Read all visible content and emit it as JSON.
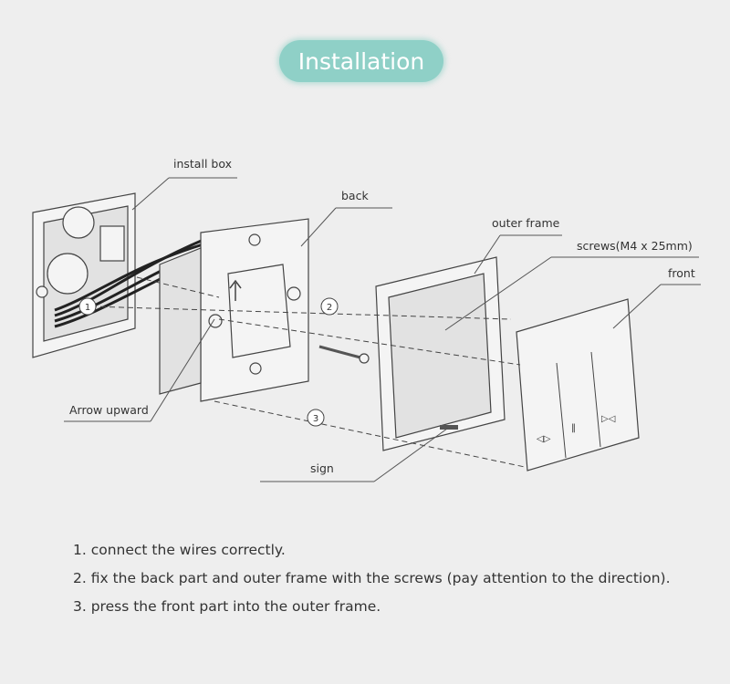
{
  "title": "Installation",
  "labels": {
    "install_box": "install box",
    "back": "back",
    "outer_frame": "outer frame",
    "screws": "screws(M4 x 25mm)",
    "front": "front",
    "arrow_upward": "Arrow upward",
    "sign": "sign"
  },
  "callouts": {
    "one": "1",
    "two": "2",
    "three": "3"
  },
  "steps": [
    "1. connect the wires correctly.",
    "2. fix the back part and outer frame with the screws (pay attention to the direction).",
    "3. press the front part into the outer frame."
  ],
  "colors": {
    "background": "#eeeeee",
    "title_pill": "#8fd0c7"
  },
  "icons": [
    "curtain-open-icon",
    "curtain-stop-icon",
    "curtain-close-icon"
  ]
}
